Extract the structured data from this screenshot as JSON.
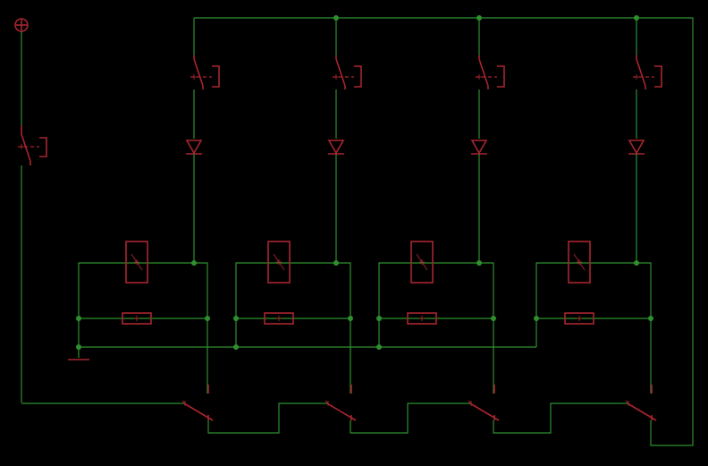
{
  "diagram": {
    "type": "relay-contact-circuit",
    "colors": {
      "background": "#000000",
      "wire": "#2f8f2f",
      "component": "#a8252f",
      "node": "#2f8f2f"
    },
    "components": {
      "supply_terminal": "plus-circle-icon",
      "ground_symbol": "ground-icon",
      "main_switch": "normally-open-pushbutton",
      "stage_count": 4,
      "stages": [
        {
          "switch": "normally-open-pushbutton",
          "diode": "diode",
          "relay_coil": "relay-coil",
          "resistor": "resistor",
          "contact": "changeover-contact"
        },
        {
          "switch": "normally-open-pushbutton",
          "diode": "diode",
          "relay_coil": "relay-coil",
          "resistor": "resistor",
          "contact": "changeover-contact"
        },
        {
          "switch": "normally-open-pushbutton",
          "diode": "diode",
          "relay_coil": "relay-coil",
          "resistor": "resistor",
          "contact": "changeover-contact"
        },
        {
          "switch": "normally-open-pushbutton",
          "diode": "diode",
          "relay_coil": "relay-coil",
          "resistor": "resistor",
          "contact": "changeover-contact"
        }
      ]
    }
  }
}
